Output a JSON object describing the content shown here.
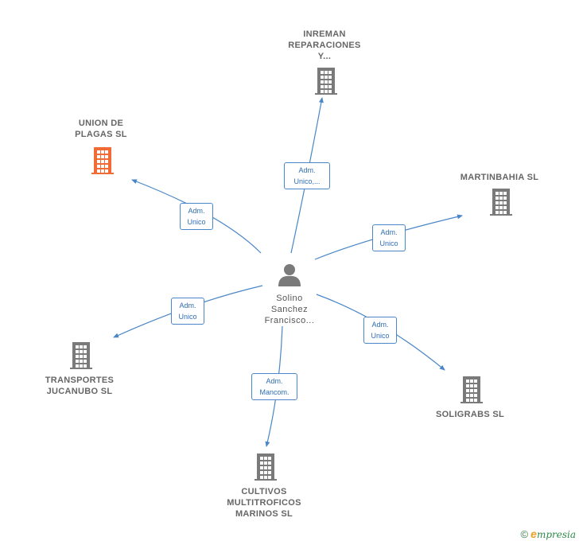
{
  "diagram": {
    "center": {
      "id": "person",
      "label_lines": [
        "Solino",
        "Sanchez",
        "Francisco..."
      ],
      "icon": "person-icon"
    },
    "companies": [
      {
        "id": "inreman",
        "label_lines": [
          "INREMAN",
          "REPARACIONES",
          "Y..."
        ],
        "highlight": false
      },
      {
        "id": "union",
        "label_lines": [
          "UNION DE",
          "PLAGAS  SL"
        ],
        "highlight": true
      },
      {
        "id": "martinbahia",
        "label_lines": [
          "MARTINBAHIA SL"
        ],
        "highlight": false
      },
      {
        "id": "transportes",
        "label_lines": [
          "TRANSPORTES",
          "JUCANUBO SL"
        ],
        "highlight": false
      },
      {
        "id": "soligrabs",
        "label_lines": [
          "SOLIGRABS SL"
        ],
        "highlight": false
      },
      {
        "id": "cultivos",
        "label_lines": [
          "CULTIVOS",
          "MULTITROFICOS",
          "MARINOS SL"
        ],
        "highlight": false
      }
    ],
    "edges": [
      {
        "to": "inreman",
        "label_lines": [
          "Adm.",
          "Unico,..."
        ]
      },
      {
        "to": "union",
        "label_lines": [
          "Adm.",
          "Unico"
        ]
      },
      {
        "to": "martinbahia",
        "label_lines": [
          "Adm.",
          "Unico"
        ]
      },
      {
        "to": "transportes",
        "label_lines": [
          "Adm.",
          "Unico"
        ]
      },
      {
        "to": "soligrabs",
        "label_lines": [
          "Adm.",
          "Unico"
        ]
      },
      {
        "to": "cultivos",
        "label_lines": [
          "Adm.",
          "Mancom."
        ]
      }
    ],
    "colors": {
      "edge": "#4a86c8",
      "building": "#7a7a7a",
      "building_highlight": "#f26a35",
      "person": "#7a7a7a"
    }
  },
  "footer": {
    "copyright_symbol": "©",
    "brand_initial": "e",
    "brand_rest": "mpresia"
  }
}
